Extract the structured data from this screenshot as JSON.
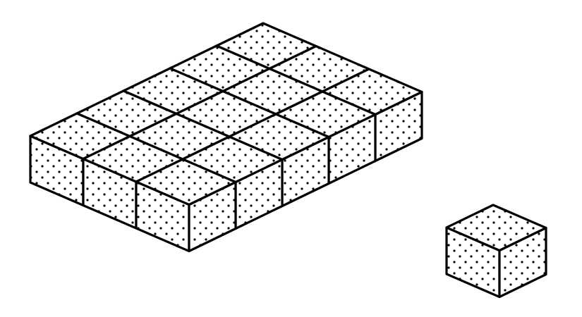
{
  "figure": {
    "colors": {
      "stroke": "#000000",
      "fill": "#ffffff",
      "dots": "#000000"
    },
    "blocks": [
      {
        "name": "block-3x5",
        "rows": 3,
        "columns": 5,
        "layers": 1
      },
      {
        "name": "single-cube",
        "rows": 1,
        "columns": 1,
        "layers": 1
      }
    ]
  }
}
